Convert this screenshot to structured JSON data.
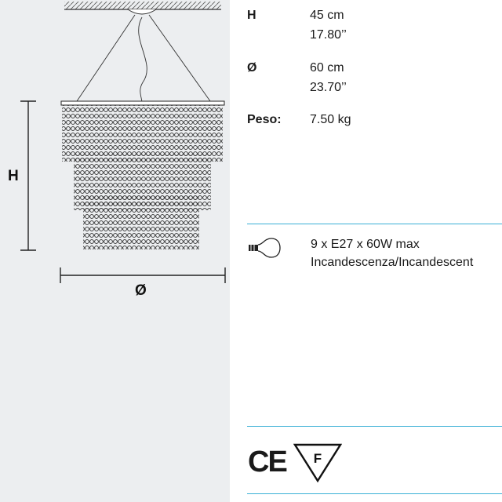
{
  "dimensions_drawing": {
    "height_label": "H",
    "diameter_label": "Ø"
  },
  "specs": [
    {
      "key": "H",
      "values": [
        "45 cm",
        "17.80’’"
      ]
    },
    {
      "key": "Ø",
      "values": [
        "60 cm",
        "23.70’’"
      ]
    },
    {
      "key": "Peso:",
      "values": [
        "7.50 kg"
      ]
    }
  ],
  "lamp": {
    "icon": "light-bulb-icon",
    "lines": [
      "9 x E27 x 60W max",
      "Incandescenza/Incandescent"
    ]
  },
  "certifications": {
    "ce_label": "CE",
    "f_label": "F"
  },
  "colors": {
    "divider": "#3ab0d6",
    "panel_bg": "#eceef0"
  }
}
